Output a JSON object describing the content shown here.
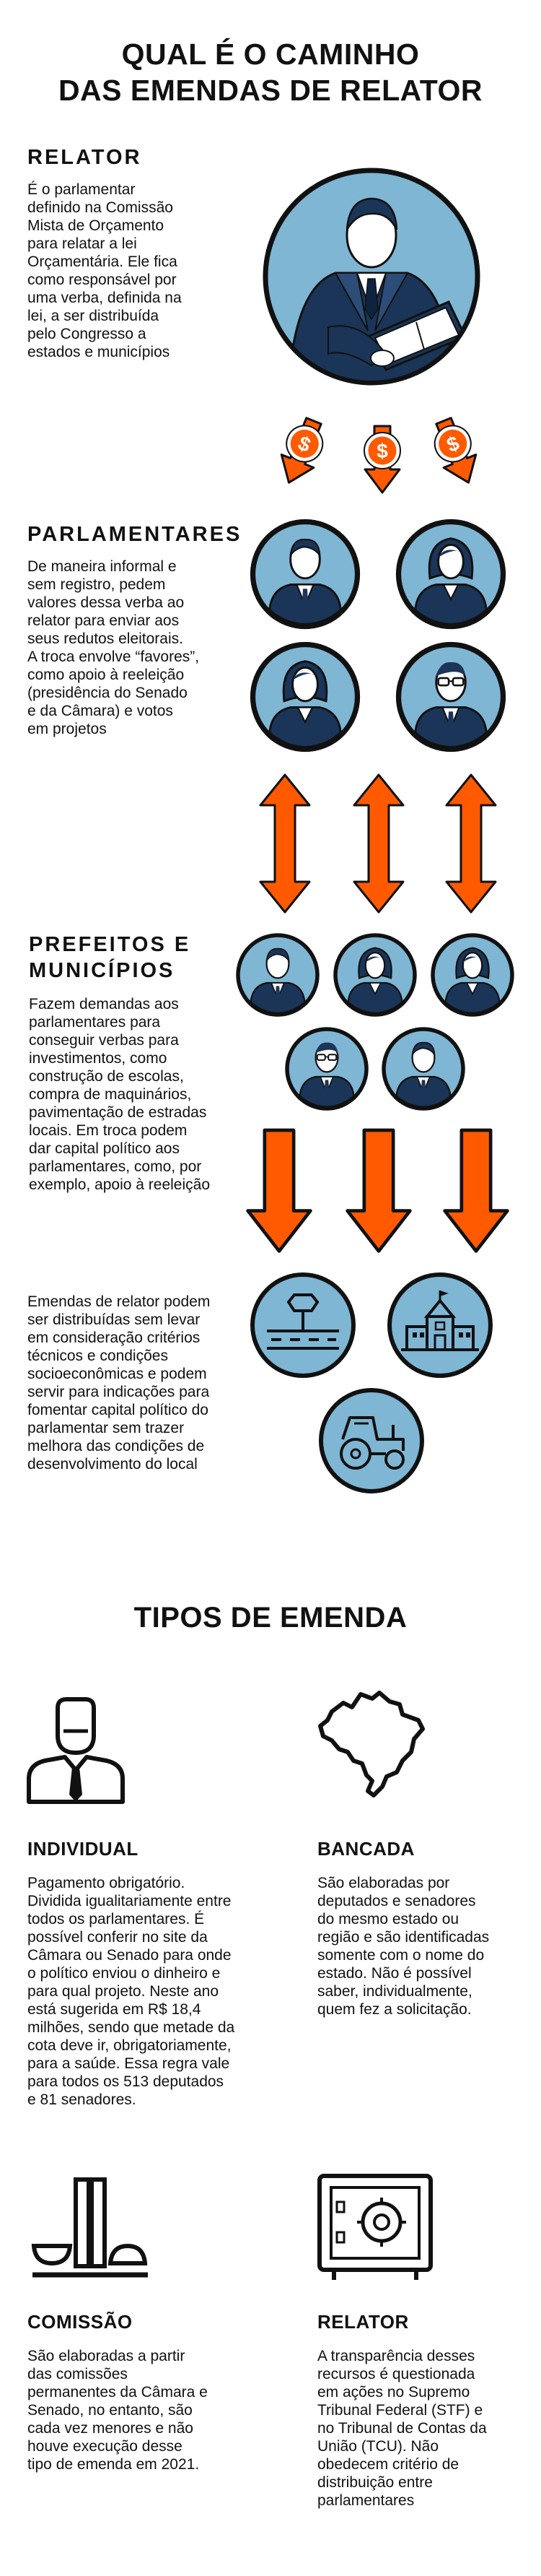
{
  "header": {
    "title_line1": "QUAL É O CAMINHO",
    "title_line2": "DAS EMENDAS DE RELATOR"
  },
  "relator": {
    "heading": "RELATOR",
    "text": [
      "É o parlamentar",
      "definido na Comissão",
      "Mista de Orçamento",
      "para relatar a lei",
      "Orçamentária. Ele fica",
      "como responsável por",
      "uma verba, definida na",
      "lei, a ser distribuída",
      "pelo Congresso a",
      "estados e municípios"
    ]
  },
  "parlamentares": {
    "heading": "PARLAMENTARES",
    "text": [
      "De maneira informal e",
      "sem registro, pedem",
      "valores dessa verba ao",
      "relator para enviar aos",
      "seus redutos eleitorais.",
      "A troca envolve “favores”,",
      "como apoio à reeleição",
      "(presidência do Senado",
      "e da Câmara) e votos",
      "em projetos"
    ]
  },
  "prefeitos": {
    "heading_line1": "PREFEITOS E",
    "heading_line2": "MUNICÍPIOS",
    "text": [
      "Fazem demandas aos",
      "parlamentares para",
      "conseguir verbas para",
      "investimentos, como",
      "construção de escolas,",
      "compra de maquinários,",
      "pavimentação de estradas",
      "locais. Em troca podem",
      "dar capital político aos",
      "parlamentares, como, por",
      "exemplo, apoio à reeleição"
    ]
  },
  "emendas": {
    "text": [
      "Emendas de relator podem",
      "ser distribuídas sem levar",
      "em consideração critérios",
      "técnicos e condições",
      "socioeconômicas e podem",
      "servir para indicações para",
      "fomentar capital político do",
      "parlamentar sem trazer",
      "melhora das condições de",
      "desenvolvimento do local"
    ]
  },
  "tipos": {
    "heading": "TIPOS DE EMENDA",
    "individual": {
      "title": "INDIVIDUAL",
      "text": [
        "Pagamento obrigatório.",
        "Dividida igualitariamente entre",
        "todos os parlamentares. É",
        "possível conferir no site da",
        "Câmara ou Senado para onde",
        "o político enviou o dinheiro e",
        "para qual projeto. Neste ano",
        "está sugerida em R$ 18,4",
        "milhões, sendo que metade da",
        "cota deve ir, obrigatoriamente,",
        "para a saúde. Essa regra vale",
        "para todos os 513 deputados",
        "e 81 senadores."
      ]
    },
    "bancada": {
      "title": "BANCADA",
      "text": [
        "São elaboradas por",
        "deputados e senadores",
        "do mesmo estado ou",
        "região e são identificadas",
        "somente com o nome do",
        "estado. Não é possível",
        "saber, individualmente,",
        "quem fez a solicitação."
      ]
    },
    "comissao": {
      "title": "COMISSÃO",
      "text": [
        "São elaboradas a partir",
        "das comissões",
        "permanentes da Câmara e",
        "Senado, no entanto, são",
        "cada vez menores e não",
        "houve execução desse",
        "tipo de emenda em 2021."
      ]
    },
    "relator": {
      "title": "RELATOR",
      "text": [
        "A transparência desses",
        "recursos é questionada",
        "em ações no Supremo",
        "Tribunal Federal (STF) e",
        "no Tribunal de Contas da",
        "União (TCU). Não",
        "obedecem critério de",
        "distribuição entre",
        "parlamentares"
      ]
    }
  },
  "colors": {
    "orange": "#ff5a00",
    "circle_blue": "#7fb6d4",
    "navy": "#1a3557",
    "dark": "#111111"
  }
}
